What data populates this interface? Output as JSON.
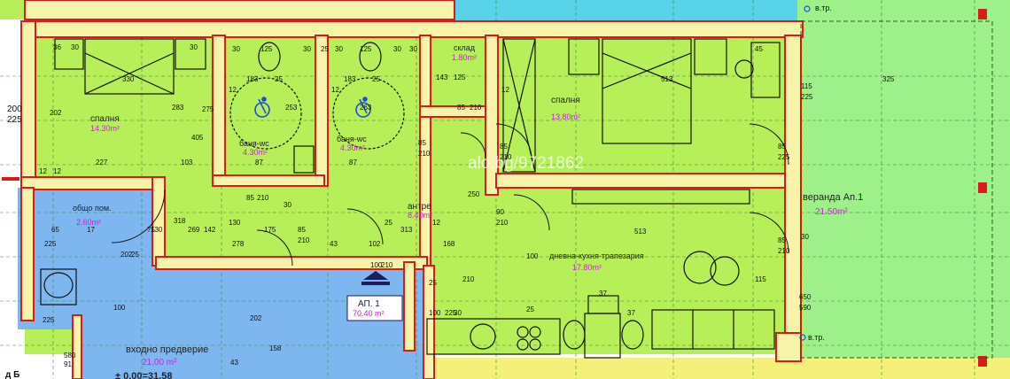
{
  "colors": {
    "living_fill": "#b7ef59",
    "common_fill": "#7eb6f0",
    "balcony_fill": "#9ef08a",
    "stair_fill": "#58d2e6",
    "yellow_fill": "#f4f07a",
    "wall_red": "#d81c1c",
    "room_label": "#222222",
    "area_label": "#d01ee0",
    "dim_text": "#111111"
  },
  "rooms": {
    "bedroom_left": {
      "name": "спалня",
      "area": "14.30m²"
    },
    "bath_left": {
      "name": "баня-wc",
      "area": "4.30m²"
    },
    "bath_right": {
      "name": "баня-wc",
      "area": "4.30m²"
    },
    "storage": {
      "name": "склад",
      "area": "1.80m²"
    },
    "bedroom_right": {
      "name": "спалня",
      "area": "13.80m²"
    },
    "entry": {
      "name": "антре",
      "area": "8.40m²"
    },
    "living": {
      "name": "дневна-кухня-трапезария",
      "area": "17.80m²"
    },
    "veranda": {
      "name": "веранда Ап.1",
      "area": "21.50m²"
    },
    "common_room": {
      "name": "общо пом.",
      "area": "2.60m²"
    },
    "vestibule": {
      "name": "входно предверие",
      "area": "21.00 m²",
      "level": "± 0.00=31.58"
    },
    "apartment": {
      "name": "АП. 1",
      "area": "70.40 m²"
    }
  },
  "watermark": "alo.bg/9721862",
  "markers": {
    "top": "в.тр.",
    "bottom": "в.тр.",
    "left_edge": "д Б"
  },
  "dimensions": [
    {
      "id": "d1",
      "text": "36"
    },
    {
      "id": "d2",
      "text": "30"
    },
    {
      "id": "d3",
      "text": "330"
    },
    {
      "id": "d4",
      "text": "30"
    },
    {
      "id": "d5",
      "text": "125"
    },
    {
      "id": "d6",
      "text": "30"
    },
    {
      "id": "d7",
      "text": "30"
    },
    {
      "id": "d8",
      "text": "25"
    },
    {
      "id": "d9",
      "text": "30"
    },
    {
      "id": "d10",
      "text": "125"
    },
    {
      "id": "d11",
      "text": "30"
    },
    {
      "id": "d12",
      "text": "30"
    },
    {
      "id": "d13",
      "text": "513"
    },
    {
      "id": "d14",
      "text": "45"
    },
    {
      "id": "d15",
      "text": "325"
    },
    {
      "id": "d16",
      "text": "200"
    },
    {
      "id": "d17",
      "text": "225"
    },
    {
      "id": "d18",
      "text": "202"
    },
    {
      "id": "d19",
      "text": "283"
    },
    {
      "id": "d20",
      "text": "275"
    },
    {
      "id": "d21",
      "text": "405"
    },
    {
      "id": "d22",
      "text": "183"
    },
    {
      "id": "d23",
      "text": "25"
    },
    {
      "id": "d24",
      "text": "183"
    },
    {
      "id": "d25",
      "text": "25"
    },
    {
      "id": "d26",
      "text": "12"
    },
    {
      "id": "d27",
      "text": "12"
    },
    {
      "id": "d28",
      "text": "253"
    },
    {
      "id": "d29",
      "text": "263"
    },
    {
      "id": "d30",
      "text": "143"
    },
    {
      "id": "d31",
      "text": "125"
    },
    {
      "id": "d32",
      "text": "12"
    },
    {
      "id": "d33",
      "text": "115"
    },
    {
      "id": "d34",
      "text": "225"
    },
    {
      "id": "d35",
      "text": "227"
    },
    {
      "id": "d36",
      "text": "103"
    },
    {
      "id": "d37",
      "text": "87"
    },
    {
      "id": "d38",
      "text": "87"
    },
    {
      "id": "d39",
      "text": "85"
    },
    {
      "id": "d40",
      "text": "210"
    },
    {
      "id": "d41",
      "text": "85"
    },
    {
      "id": "d42",
      "text": "210"
    },
    {
      "id": "d43",
      "text": "85"
    },
    {
      "id": "d44",
      "text": "210"
    },
    {
      "id": "d45",
      "text": "85"
    },
    {
      "id": "d46",
      "text": "225"
    },
    {
      "id": "d47",
      "text": "85"
    },
    {
      "id": "d48",
      "text": "210"
    },
    {
      "id": "d49",
      "text": "85"
    },
    {
      "id": "d50",
      "text": "210"
    },
    {
      "id": "d51",
      "text": "250"
    },
    {
      "id": "d52",
      "text": "90"
    },
    {
      "id": "d53",
      "text": "210"
    },
    {
      "id": "d54",
      "text": "85"
    },
    {
      "id": "d55",
      "text": "210"
    },
    {
      "id": "d56",
      "text": "313"
    },
    {
      "id": "d57",
      "text": "168"
    },
    {
      "id": "d58",
      "text": "278"
    },
    {
      "id": "d59",
      "text": "175"
    },
    {
      "id": "d60",
      "text": "43"
    },
    {
      "id": "d61",
      "text": "102"
    },
    {
      "id": "d62",
      "text": "513"
    },
    {
      "id": "d63",
      "text": "65"
    },
    {
      "id": "d64",
      "text": "225"
    },
    {
      "id": "d65",
      "text": "17"
    },
    {
      "id": "d66",
      "text": "75"
    },
    {
      "id": "d67",
      "text": "202"
    },
    {
      "id": "d68",
      "text": "25"
    },
    {
      "id": "d69",
      "text": "100"
    },
    {
      "id": "d70",
      "text": "210"
    },
    {
      "id": "d71",
      "text": "100"
    },
    {
      "id": "d72",
      "text": "210"
    },
    {
      "id": "d73",
      "text": "37"
    },
    {
      "id": "d74",
      "text": "37"
    },
    {
      "id": "d75",
      "text": "650"
    },
    {
      "id": "d76",
      "text": "590"
    },
    {
      "id": "d77",
      "text": "115"
    },
    {
      "id": "d78",
      "text": "225"
    },
    {
      "id": "d79",
      "text": "202"
    },
    {
      "id": "d80",
      "text": "100"
    },
    {
      "id": "d81",
      "text": "580"
    },
    {
      "id": "d82",
      "text": "91"
    },
    {
      "id": "d83",
      "text": "100"
    },
    {
      "id": "d84",
      "text": "225"
    },
    {
      "id": "d85",
      "text": "30"
    },
    {
      "id": "d86",
      "text": "25"
    },
    {
      "id": "d87",
      "text": "43"
    },
    {
      "id": "d88",
      "text": "158"
    },
    {
      "id": "d89",
      "text": "318"
    },
    {
      "id": "d90",
      "text": "269"
    },
    {
      "id": "d91",
      "text": "142"
    },
    {
      "id": "d92",
      "text": "130"
    },
    {
      "id": "d93",
      "text": "130"
    },
    {
      "id": "d94",
      "text": "25"
    },
    {
      "id": "d95",
      "text": "12"
    },
    {
      "id": "d96",
      "text": "12"
    },
    {
      "id": "d97",
      "text": "12"
    },
    {
      "id": "d98",
      "text": "30"
    },
    {
      "id": "d99",
      "text": "25"
    },
    {
      "id": "d100",
      "text": "30"
    }
  ]
}
